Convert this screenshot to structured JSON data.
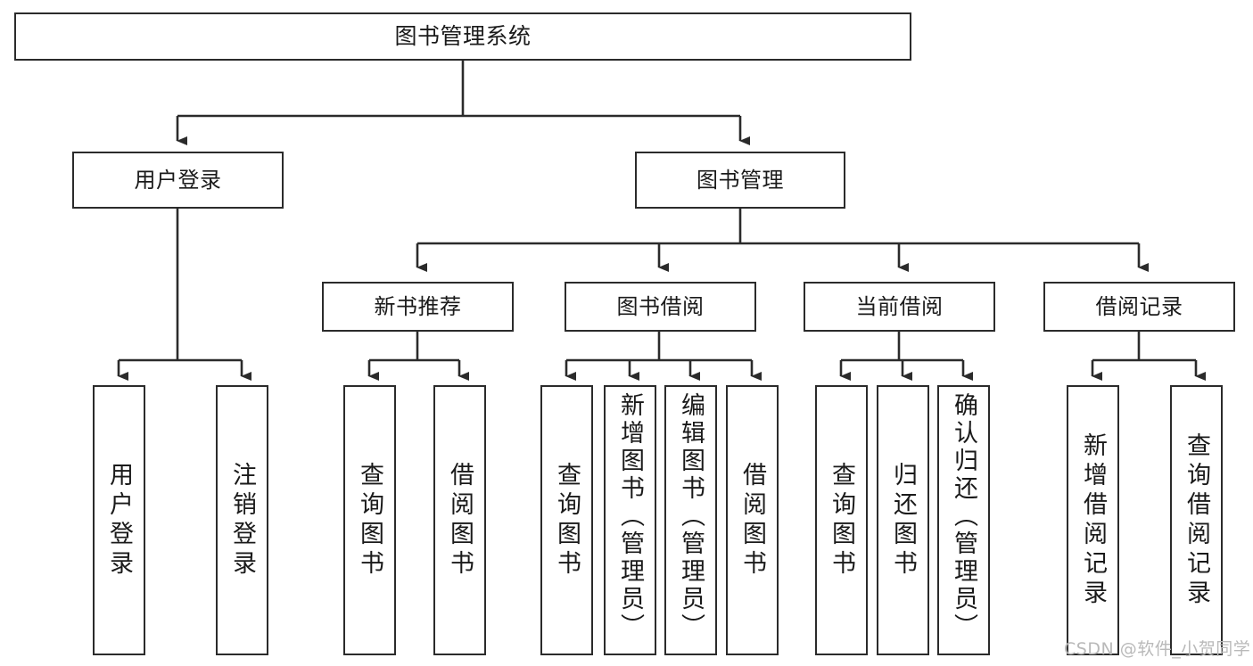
{
  "diagram": {
    "title": "图书管理系统",
    "type": "tree-hierarchy",
    "watermark": "CSDN @软件_小贺同学",
    "colors": {
      "border": "#2b2b2b",
      "background": "#ffffff",
      "text": "#1a1a1a",
      "edge": "#2b2b2b",
      "watermark": "#b9b9b9"
    },
    "nodes": {
      "root": {
        "label": "图书管理系统"
      },
      "level2": [
        {
          "id": "user-login",
          "label": "用户登录"
        },
        {
          "id": "book-management",
          "label": "图书管理"
        }
      ],
      "level3": [
        {
          "id": "new-book-recommend",
          "label": "新书推荐"
        },
        {
          "id": "book-borrow",
          "label": "图书借阅"
        },
        {
          "id": "current-borrow",
          "label": "当前借阅"
        },
        {
          "id": "borrow-record",
          "label": "借阅记录"
        }
      ],
      "leaves": {
        "user-login": [
          {
            "id": "leaf-user-login",
            "label": "用户登录"
          },
          {
            "id": "leaf-user-logout",
            "label": "注销登录"
          }
        ],
        "new-book-recommend": [
          {
            "id": "leaf-query-book-1",
            "label": "查询图书"
          },
          {
            "id": "leaf-borrow-book-1",
            "label": "借阅图书"
          }
        ],
        "book-borrow": [
          {
            "id": "leaf-query-book-2",
            "label": "查询图书"
          },
          {
            "id": "leaf-add-book",
            "label": "新增图书（管理员）"
          },
          {
            "id": "leaf-edit-book",
            "label": "编辑图书（管理员）"
          },
          {
            "id": "leaf-borrow-book-2",
            "label": "借阅图书"
          }
        ],
        "current-borrow": [
          {
            "id": "leaf-query-book-3",
            "label": "查询图书"
          },
          {
            "id": "leaf-return-book",
            "label": "归还图书"
          },
          {
            "id": "leaf-confirm-return",
            "label": "确认归还（管理员）"
          }
        ],
        "borrow-record": [
          {
            "id": "leaf-add-record",
            "label": "新增借阅记录"
          },
          {
            "id": "leaf-query-record",
            "label": "查询借阅记录"
          }
        ]
      }
    }
  }
}
